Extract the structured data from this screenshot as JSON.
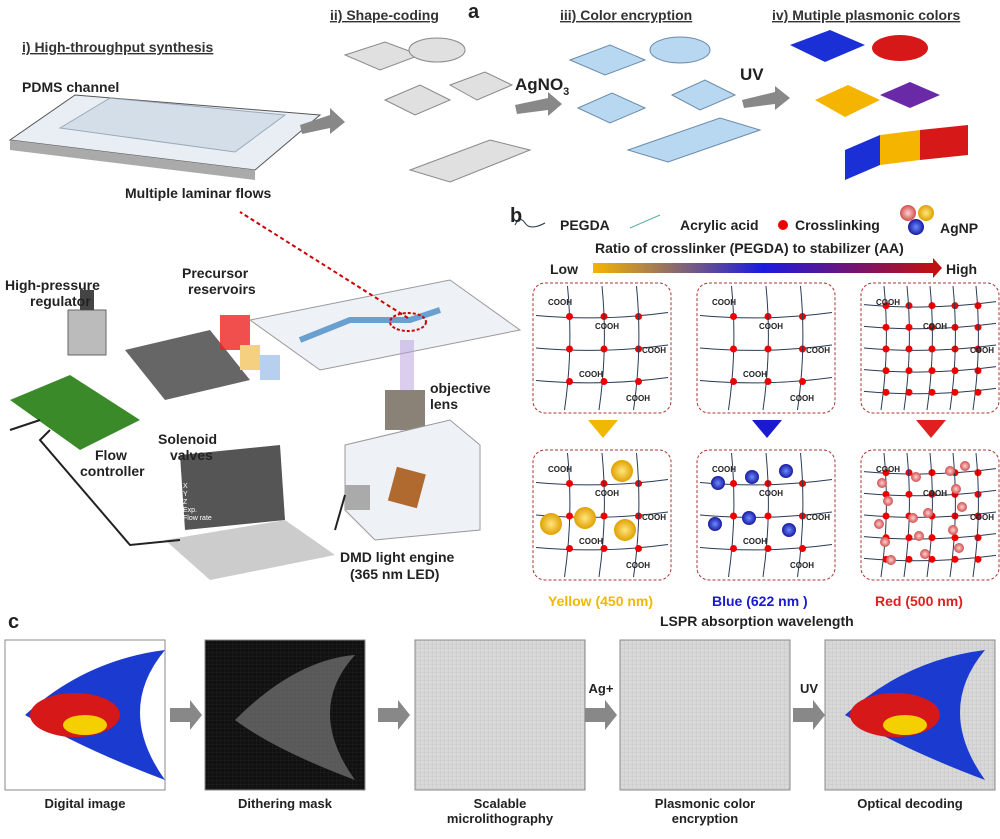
{
  "panels": {
    "a": "a",
    "b": "b",
    "c": "c"
  },
  "panel_a": {
    "step1": "i) High-throughput synthesis",
    "step2": "ii) Shape-coding",
    "step3": "iii) Color encryption",
    "step4": "iv) Mutiple plasmonic colors",
    "pdms": "PDMS channel",
    "laminar": "Multiple laminar flows",
    "agno3": "AgNO",
    "agno3_sub": "3",
    "uv": "UV",
    "regulator": [
      "High-pressure",
      "regulator"
    ],
    "reservoirs": [
      "Precursor",
      "reservoirs"
    ],
    "objective": [
      "objective",
      "lens"
    ],
    "solenoid": [
      "Solenoid",
      "valves"
    ],
    "flow": [
      "Flow",
      "controller"
    ],
    "dmd": [
      "DMD light engine",
      "(365 nm LED)"
    ],
    "laptop_screen": [
      "X",
      "Y",
      "Z",
      "Exp.",
      "Flow rate"
    ],
    "colors": {
      "blue": "#1a2fd6",
      "red": "#d61818",
      "yellow": "#f5b400",
      "purple": "#6a2aa8",
      "light_blue": "#b8d8f2"
    }
  },
  "panel_b": {
    "legend": {
      "pegda": "PEGDA",
      "acrylic": "Acrylic acid",
      "crosslinking": "Crosslinking",
      "agnp": "AgNP"
    },
    "ratio_title": "Ratio of crosslinker (PEGDA) to stabilizer (AA)",
    "low": "Low",
    "high": "High",
    "cooh": "COOH",
    "results": [
      {
        "label": "Yellow (450 nm)",
        "color": "#f0b800"
      },
      {
        "label": "Blue (622 nm )",
        "color": "#1a1ad0"
      },
      {
        "label": "Red (500 nm)",
        "color": "#e02020"
      }
    ],
    "lspr": "LSPR absorption wavelength"
  },
  "panel_c": {
    "steps": [
      {
        "label": [
          "Digital image"
        ]
      },
      {
        "label": [
          "Dithering mask"
        ]
      },
      {
        "label": [
          "Scalable",
          "microlithography"
        ]
      },
      {
        "label": [
          "Plasmonic color",
          "encryption"
        ]
      },
      {
        "label": [
          "Optical decoding"
        ]
      }
    ],
    "arrow_labels": [
      "",
      "",
      "Ag+",
      "UV"
    ]
  }
}
